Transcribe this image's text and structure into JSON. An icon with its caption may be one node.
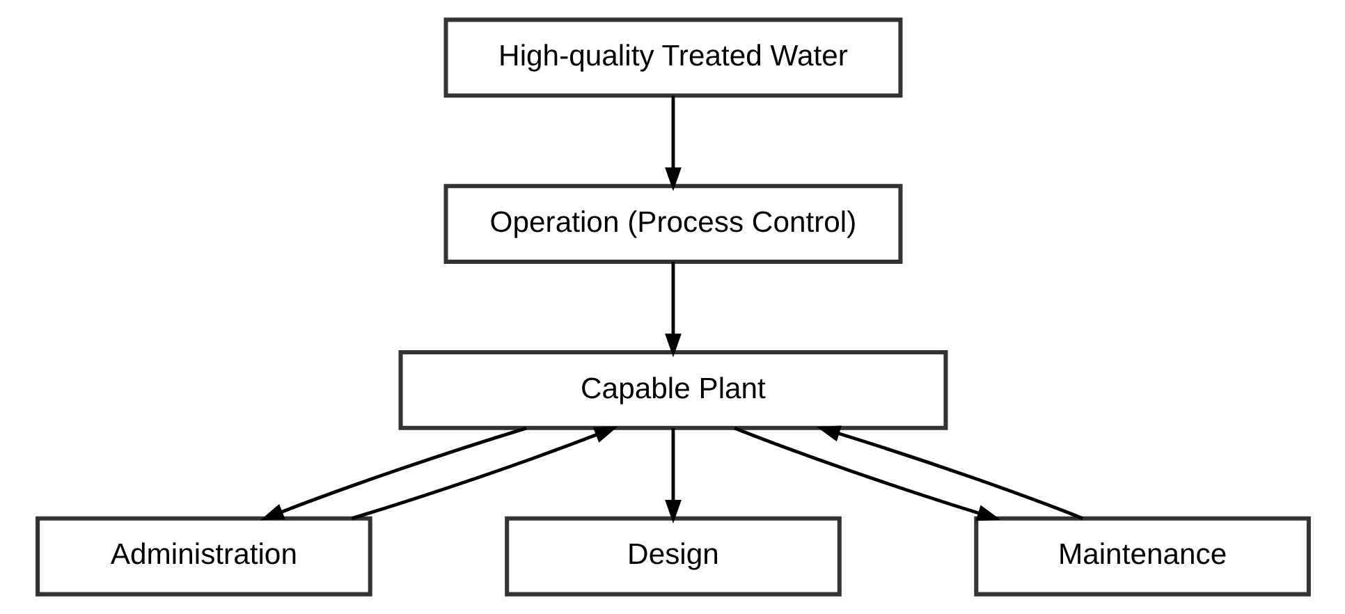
{
  "diagram": {
    "nodes": [
      {
        "text": [
          "High-quality Treated Water"
        ]
      },
      {
        "text": [
          "Operation (Process Control)"
        ]
      },
      {
        "text": [
          "Capable Plant"
        ]
      },
      {
        "text": [
          "Administration"
        ]
      },
      {
        "text": [
          "Design"
        ]
      },
      {
        "text": [
          "Maintenance"
        ]
      }
    ],
    "edges": [
      {
        "from": 0,
        "to": 1,
        "arrow": "to"
      },
      {
        "from": 1,
        "to": 2,
        "arrow": "to"
      },
      {
        "from": 2,
        "to": 3,
        "arrow": "to"
      },
      {
        "from": 3,
        "to": 2,
        "arrow": "to"
      },
      {
        "from": 2,
        "to": 4,
        "arrow": "to"
      },
      {
        "from": 5,
        "to": 2,
        "arrow": "to"
      },
      {
        "from": 2,
        "to": 5,
        "arrow": "to"
      }
    ]
  }
}
